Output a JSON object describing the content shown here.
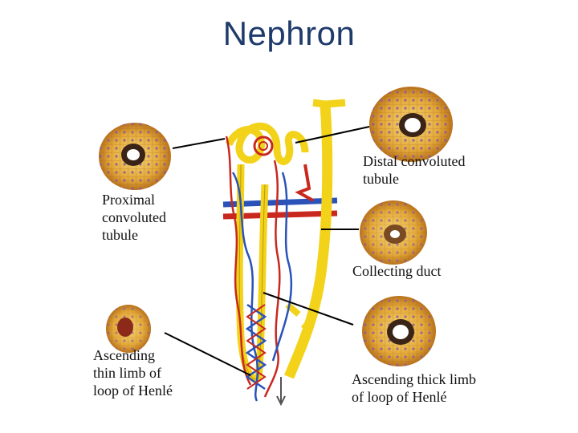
{
  "title": "Nephron",
  "labels": {
    "distal": "Distal convoluted\ntubule",
    "proximal": "Proximal\nconvoluted\ntubule",
    "collecting": "Collecting duct",
    "thin_limb": "Ascending\nthin limb of\nloop of Henlé",
    "thick_limb": "Ascending thick limb\nof loop of Henlé"
  },
  "colors": {
    "title": "#1f3b6b",
    "tubule_yellow": "#f3d21a",
    "artery_red": "#c8281e",
    "vein_blue": "#2a52b8",
    "cell_orange": "#d7922a",
    "lumen_dark": "#3a2418"
  }
}
